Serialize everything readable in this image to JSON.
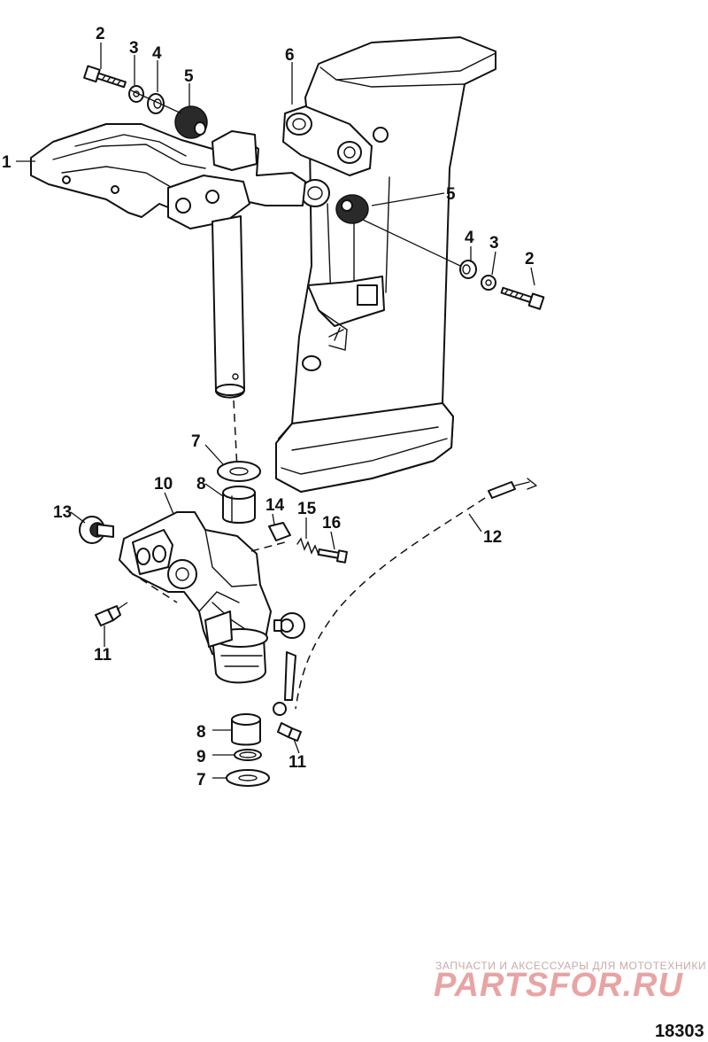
{
  "diagram": {
    "id_number": "18303",
    "callouts": [
      "1",
      "2",
      "3",
      "4",
      "5",
      "6",
      "7",
      "8",
      "9",
      "10",
      "11",
      "12",
      "13",
      "14",
      "15",
      "16"
    ]
  },
  "watermark": {
    "caption": "ЗАПЧАСТИ И АКСЕССУАРЫ ДЛЯ МОТОТЕХНИКИ",
    "logo": "PARTSFOR.RU"
  },
  "colors": {
    "line": "#111111",
    "background": "#ffffff",
    "watermark_logo": "#e8a4a4",
    "watermark_caption": "#c9a9a9"
  }
}
